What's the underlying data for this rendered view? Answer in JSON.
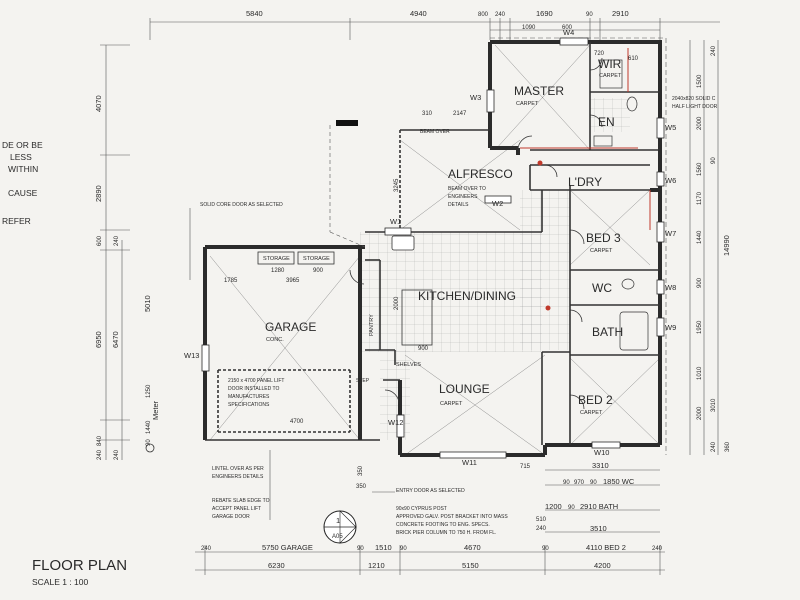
{
  "plan": {
    "title": "FLOOR PLAN",
    "scale": "SCALE 1 : 100",
    "section": {
      "number": "1",
      "ref": "A05"
    }
  },
  "rooms": [
    {
      "id": "master",
      "name": "MASTER",
      "finish": "CARPET"
    },
    {
      "id": "wir",
      "name": "WIR",
      "finish": "CARPET"
    },
    {
      "id": "en",
      "name": "EN",
      "finish": ""
    },
    {
      "id": "alfresco",
      "name": "ALFRESCO",
      "finish": ""
    },
    {
      "id": "ldry",
      "name": "L'DRY",
      "finish": ""
    },
    {
      "id": "bed3",
      "name": "BED 3",
      "finish": "CARPET"
    },
    {
      "id": "wc",
      "name": "WC",
      "finish": ""
    },
    {
      "id": "bath",
      "name": "BATH",
      "finish": ""
    },
    {
      "id": "kitchen",
      "name": "KITCHEN/DINING",
      "finish": ""
    },
    {
      "id": "garage",
      "name": "GARAGE",
      "finish": "CONC."
    },
    {
      "id": "lounge",
      "name": "LOUNGE",
      "finish": "CARPET"
    },
    {
      "id": "bed2",
      "name": "BED 2",
      "finish": "CARPET"
    },
    {
      "id": "storage1",
      "name": "STORAGE",
      "finish": ""
    },
    {
      "id": "storage2",
      "name": "STORAGE",
      "finish": ""
    },
    {
      "id": "pantry",
      "name": "PANTRY",
      "finish": ""
    },
    {
      "id": "shelves",
      "name": "SHELVES",
      "finish": ""
    }
  ],
  "windows": [
    "W1",
    "W2",
    "W3",
    "W4",
    "W5",
    "W6",
    "W7",
    "W8",
    "W9",
    "W10",
    "W11",
    "W12",
    "W13"
  ],
  "notes": {
    "solid_core": "SOLID CORE DOOR AS SELECTED",
    "beam_over": "BEAM OVER",
    "beam_engineers": [
      "BEAM OVER TO",
      "ENGINEERS",
      "DETAILS"
    ],
    "panel_lift": [
      "2150 x 4700 PANEL LIFT",
      "DOOR INSTALLED TO",
      "MANUFACTURES",
      "SPECIFICATIONS"
    ],
    "lintel": [
      "LINTEL OVER AS PER",
      "ENGINEERS DETAILS"
    ],
    "rebate": [
      "REBATE SLAB EDGE TO",
      "ACCEPT PANEL LIFT",
      "GARAGE DOOR"
    ],
    "entry_door": "ENTRY DOOR AS SELECTED",
    "cypress": [
      "90x90  CYPRUS POST",
      "APPROVED GALV. POST BRACKET INTO MASS",
      "CONCRETE FOOTING TO ENG. SPECS.",
      "BRICK PIER COLUMN TO 750  H. FROM FL."
    ],
    "half_light": [
      "2040x820 SOLID C",
      "HALF LIGHT DOOR"
    ],
    "meter": "Meter",
    "step": "STEP",
    "left_margin": [
      "DE OR BE",
      "LESS",
      "WITHIN",
      "CAUSE",
      "REFER"
    ]
  },
  "dims_top": {
    "row1": [
      "5840",
      "4940",
      "800",
      "240",
      "1690",
      "90",
      "2910"
    ],
    "row2": [
      "1090",
      "600"
    ]
  },
  "dims_bottom": {
    "row_a": [
      "240",
      "5750 GARAGE",
      "90",
      "1510",
      "90",
      "4670",
      "90",
      "4110 BED 2",
      "240"
    ],
    "row_b": [
      "6230",
      "1210",
      "5150",
      "4200"
    ],
    "right_group": [
      "3310",
      "90",
      "970",
      "90",
      "1850 WC",
      "1200",
      "90",
      "2910 BATH",
      "510",
      "240",
      "3510"
    ],
    "lounge": "715"
  },
  "dims_left": {
    "outer": [
      "4070",
      "2890",
      "600",
      "6950",
      "840",
      "240"
    ],
    "inner": [
      "240",
      "5010",
      "6470",
      "1250",
      "1440",
      "90",
      "240"
    ]
  },
  "dims_right": {
    "col1": [
      "1500",
      "2000",
      "1560",
      "1170",
      "1440",
      "900",
      "1950",
      "1010",
      "2000"
    ],
    "col2": [
      "240",
      "90",
      "3010",
      "240"
    ],
    "col3": [
      "14990",
      "360"
    ]
  },
  "dims_internal": [
    "310",
    "2147",
    "3245",
    "1785",
    "3965",
    "1280",
    "900",
    "2000",
    "4700",
    "350",
    "350",
    "610",
    "720",
    "900"
  ]
}
